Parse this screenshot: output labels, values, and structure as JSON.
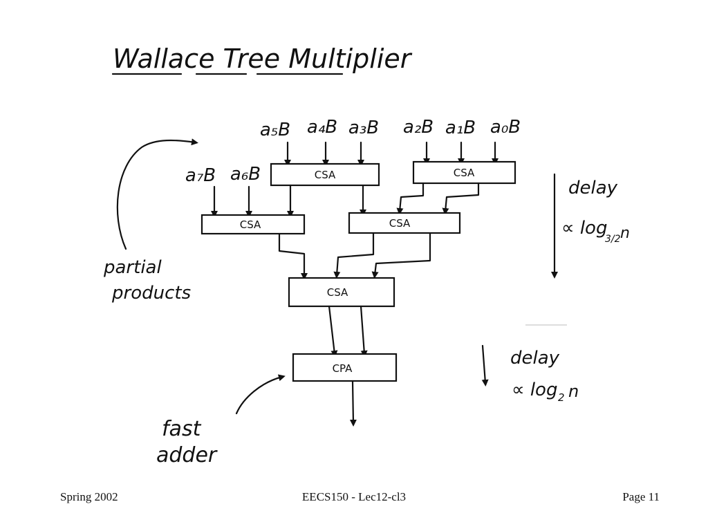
{
  "title": "Wallace Tree Multiplier",
  "inputs_top": [
    "a₅B",
    "a₄B",
    "a₃B",
    "a₂B",
    "a₁B",
    "a₀B"
  ],
  "inputs_left": [
    "a₇B",
    "a₆B"
  ],
  "csa_label": "CSA",
  "cpa_label": "CPA",
  "annotations": {
    "partial_products_line1": "partial",
    "partial_products_line2": "products",
    "fast_adder_line1": "fast",
    "fast_adder_line2": "adder",
    "delay_word": "delay",
    "delay_csa_expr": "∝ log",
    "delay_csa_base": "3/2",
    "delay_csa_n": "n",
    "delay_cpa_expr": "∝ log",
    "delay_cpa_base": "2",
    "delay_cpa_n": "n"
  },
  "footer": {
    "left": "Spring 2002",
    "center": "EECS150 - Lec12-cl3",
    "right": "Page 11"
  }
}
